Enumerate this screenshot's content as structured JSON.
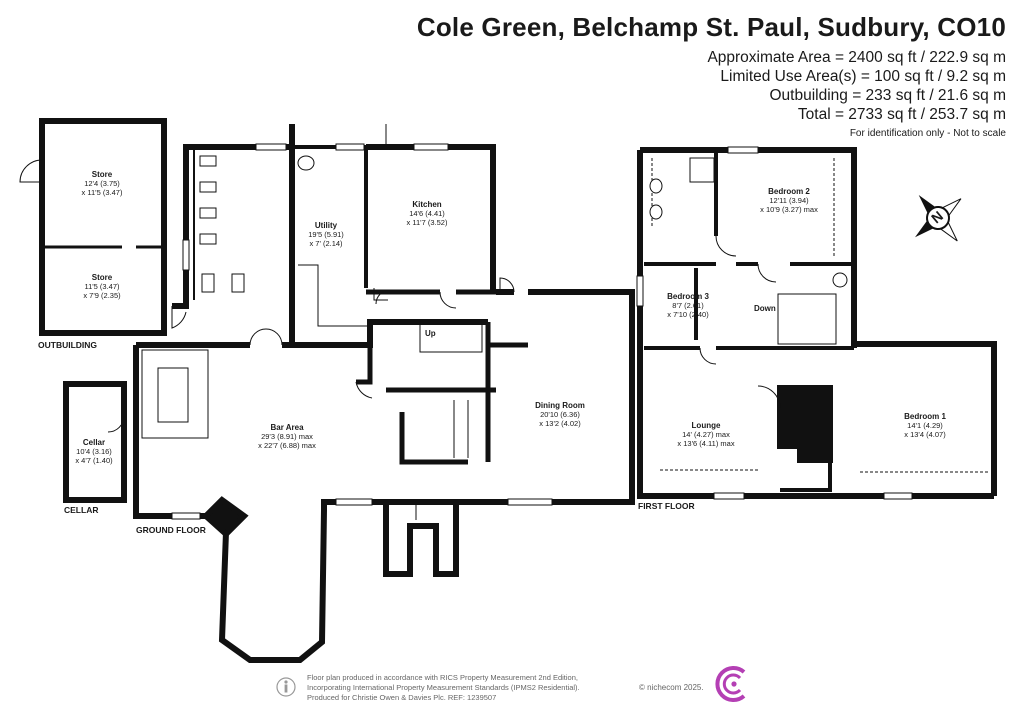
{
  "header": {
    "title": "Cole Green, Belchamp St. Paul, Sudbury, CO10",
    "area_lines": [
      "Approximate Area = 2400 sq ft / 222.9 sq m",
      "Limited Use Area(s) = 100 sq ft / 9.2 sq m",
      "Outbuilding = 233 sq ft / 21.6 sq m",
      "Total = 2733 sq ft / 253.7 sq m"
    ],
    "note": "For identification only - Not to scale"
  },
  "floors": {
    "outbuilding": "OUTBUILDING",
    "cellar": "CELLAR",
    "ground": "GROUND FLOOR",
    "first": "FIRST FLOOR"
  },
  "rooms": {
    "store1": {
      "name": "Store",
      "dims1": "12'4 (3.75)",
      "dims2": "x 11'5 (3.47)"
    },
    "store2": {
      "name": "Store",
      "dims1": "11'5 (3.47)",
      "dims2": "x 7'9 (2.35)"
    },
    "cellar": {
      "name": "Cellar",
      "dims1": "10'4 (3.16)",
      "dims2": "x 4'7 (1.40)"
    },
    "utility": {
      "name": "Utility",
      "dims1": "19'5 (5.91)",
      "dims2": "x 7' (2.14)"
    },
    "kitchen": {
      "name": "Kitchen",
      "dims1": "14'6 (4.41)",
      "dims2": "x 11'7 (3.52)"
    },
    "bar_area": {
      "name": "Bar Area",
      "dims1": "29'3 (8.91) max",
      "dims2": "x 22'7 (6.88) max"
    },
    "dining_room": {
      "name": "Dining Room",
      "dims1": "20'10 (6.36)",
      "dims2": "x 13'2 (4.02)"
    },
    "bedroom2": {
      "name": "Bedroom 2",
      "dims1": "12'11 (3.94)",
      "dims2": "x 10'9 (3.27) max"
    },
    "bedroom3": {
      "name": "Bedroom 3",
      "dims1": "8'7 (2.61)",
      "dims2": "x 7'10 (2.40)"
    },
    "lounge": {
      "name": "Lounge",
      "dims1": "14' (4.27) max",
      "dims2": "x 13'6 (4.11) max"
    },
    "bedroom1": {
      "name": "Bedroom 1",
      "dims1": "14'1 (4.29)",
      "dims2": "x 13'4 (4.07)"
    }
  },
  "stairs": {
    "up": "Up",
    "down": "Down"
  },
  "compass": {
    "letter": "N"
  },
  "footer": {
    "lines": [
      "Floor plan produced in accordance with RICS Property Measurement 2nd Edition,",
      "Incorporating International Property Measurement Standards (IPMS2 Residential).",
      "Produced for Christie Owen & Davies Plc.   REF: 1239507"
    ],
    "copyright": "© nichecom 2025."
  }
}
